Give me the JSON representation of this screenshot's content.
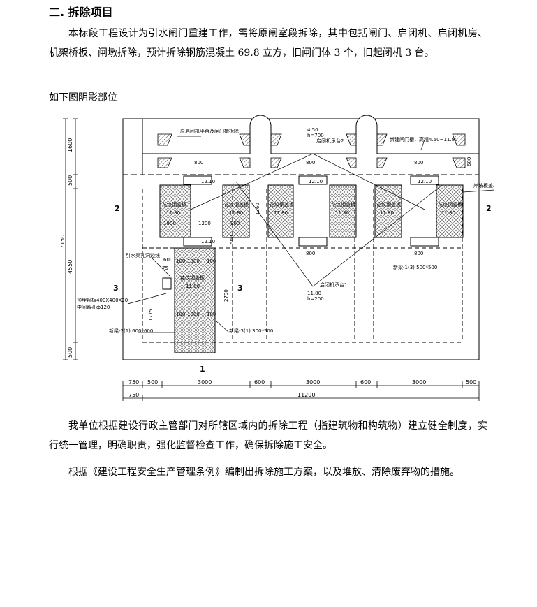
{
  "section_title": "二. 拆除项目",
  "intro_paragraph": "本标段工程设计为引水闸门重建工作，需将原闸室段拆除，其中包括闸门、启闭机、启闭机房、机架桥板、闸墩拆除，预计拆除钢筋混凝土 69.8 立方，旧闸门体 3 个，旧起闭机 3 台。",
  "figure_caption": "如下图阴影部位",
  "drawing": {
    "left_dims": [
      "1600",
      "500",
      "4550",
      "500",
      "7150"
    ],
    "bottom_dims_row1": [
      "750",
      "500",
      "3000",
      "600",
      "3000",
      "600",
      "3000",
      "500"
    ],
    "bottom_dims_row2": [
      "750",
      "11200"
    ],
    "elevations": {
      "top": "4.50",
      "top_h": "h=700",
      "pier": "12.10",
      "slab": "11.80",
      "bottom": "11.80",
      "bottom_h": "h=200"
    },
    "dims": {
      "w800": "800",
      "w1200": "1200",
      "w900": "900",
      "w1900": "1900",
      "w1000": "1000",
      "w600": "600",
      "w75": "75",
      "w100": "100",
      "h500": "500",
      "h1260": "1260",
      "h1775": "1775",
      "h2790": "2790",
      "h600": "600"
    },
    "notes": {
      "old_platform": "原启闭机平台及闸门槽拆除",
      "beam2": "启闭机承台2",
      "new_gate_slot": "新建闸门槽，高程4.50~11.80",
      "slab_label": "花纹钢盖板",
      "shoreline": "岸坡板盖板、铺设钢盖板",
      "new_beam1": "新梁-1(3) 500*500",
      "beam1": "启闭机承台1",
      "intake_pipe": "引水渠孔洞边线",
      "embedded": "预埋钢板400X400X20",
      "grout": "中间留孔ф120",
      "new_beam2": "新梁-2(1) 600*600",
      "new_beam3": "新梁-3(1) 300*500"
    },
    "section_marks": {
      "s1": "1",
      "s2": "2",
      "s3": "3"
    }
  },
  "para2": "我单位根据建设行政主管部门对所辖区域内的拆除工程（指建筑物和构筑物）建立健全制度，实行统一管理，明确职责，强化监督检查工作，确保拆除施工安全。",
  "para3": "根据《建设工程安全生产管理条例》编制出拆除施工方案，以及堆放、清除废弃物的措施。"
}
